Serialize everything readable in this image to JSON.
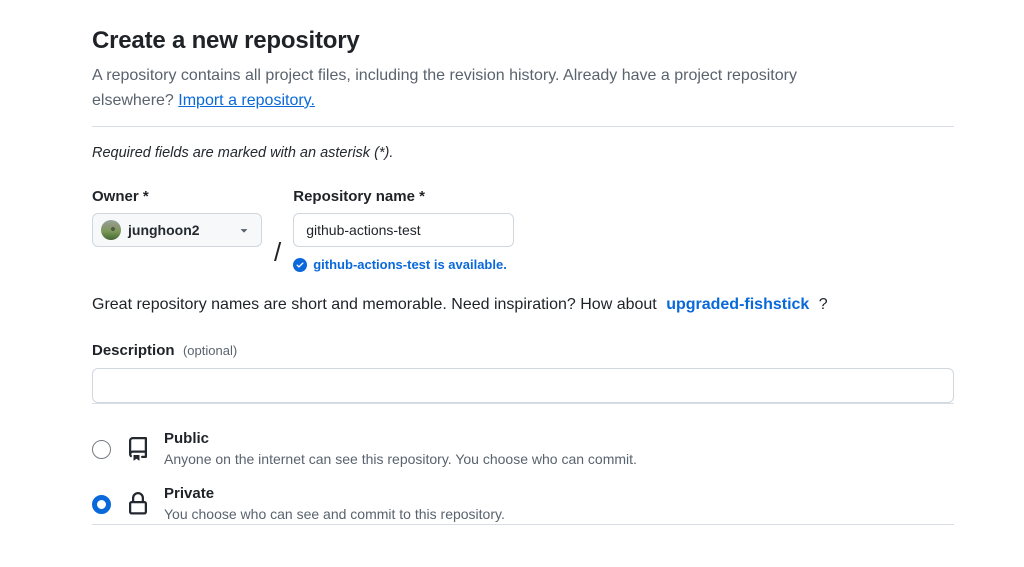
{
  "page": {
    "title": "Create a new repository",
    "intro_text_1": "A repository contains all project files, including the revision history. Already have a project repository",
    "intro_text_2": "elsewhere?",
    "intro_link": "Import a repository.",
    "required_note": "Required fields are marked with an asterisk (*)."
  },
  "owner": {
    "label": "Owner *",
    "selected": "junghoon2"
  },
  "separator": "/",
  "repo_name": {
    "label": "Repository name *",
    "value": "github-actions-test"
  },
  "availability": {
    "message": "github-actions-test is available."
  },
  "suggestion": {
    "text_before": "Great repository names are short and memorable. Need inspiration? How about",
    "name": "upgraded-fishstick",
    "text_after": "?"
  },
  "description": {
    "label": "Description",
    "optional_note": "(optional)",
    "value": "",
    "placeholder": ""
  },
  "visibility": {
    "options": [
      {
        "id": "public",
        "label": "Public",
        "description": "Anyone on the internet can see this repository. You choose who can commit.",
        "selected": false,
        "icon": "repo-icon"
      },
      {
        "id": "private",
        "label": "Private",
        "description": "You choose who can see and commit to this repository.",
        "selected": true,
        "icon": "lock-icon"
      }
    ]
  },
  "icons": {
    "check": "check-circle-fill-icon",
    "caret": "triangle-down-icon",
    "public": "repo-icon",
    "private": "lock-icon"
  },
  "colors": {
    "accent_blue": "#0969da",
    "text": "#1f2328",
    "muted_text": "#59636e",
    "border": "#d0d7de",
    "divider": "#d8dee4",
    "button_bg": "#f6f8fa"
  }
}
